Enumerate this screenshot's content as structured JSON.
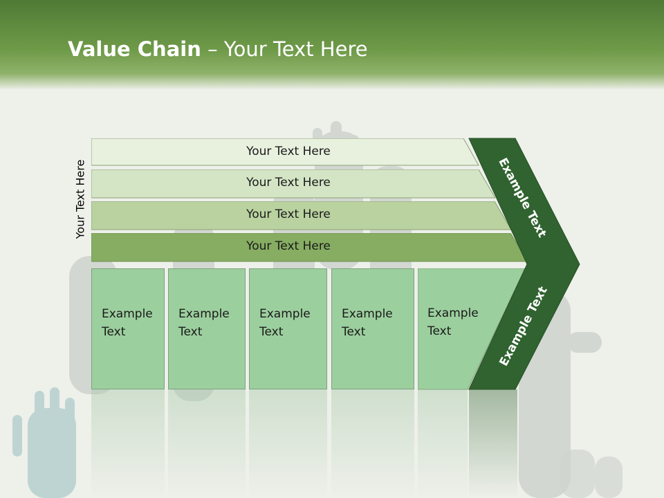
{
  "title": {
    "bold": "Value Chain",
    "rest": " – Your Text Here"
  },
  "side_label": "Your Text Here",
  "bands": [
    "Your Text Here",
    "Your Text Here",
    "Your Text Here",
    "Your Text Here"
  ],
  "boxes": [
    "Example\nText",
    "Example\nText",
    "Example\nText",
    "Example\nText",
    "Example\nText"
  ],
  "arrow_upper": "Example Text",
  "arrow_lower": "Example Text",
  "colors": {
    "header": "#5f8c3f",
    "band1": "#e8f1de",
    "band2": "#d4e5c5",
    "band3": "#b9d2a0",
    "band4": "#86ad62",
    "box": "#9ccf9e",
    "arrow": "#30632f"
  }
}
